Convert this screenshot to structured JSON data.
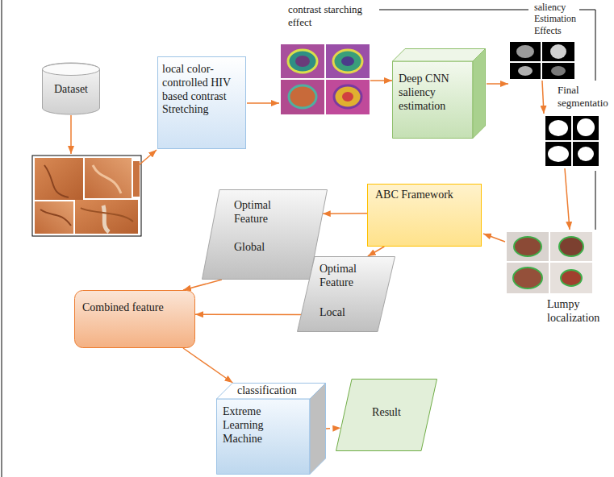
{
  "diagram": {
    "nodes": [
      {
        "text": [
          "Dataset"
        ]
      },
      {
        "text": [
          "local color-controlled HIV based contrast Stretching"
        ]
      },
      {
        "text": [
          "Deep CNN saliency estimation"
        ]
      },
      {
        "text": [
          "ABC Framework"
        ]
      },
      {
        "text": [
          "Optimal Feature",
          "Global"
        ]
      },
      {
        "text": [
          "Optimal Feature",
          "Local"
        ]
      },
      {
        "text": [
          "Combined feature"
        ]
      },
      {
        "text": [
          "classification",
          "Extreme Learning Machine"
        ]
      },
      {
        "text": [
          "Result"
        ]
      }
    ],
    "edges": [
      {
        "from": 3,
        "to": 4,
        "arrow": "to"
      },
      {
        "from": 3,
        "to": 5,
        "arrow": "to"
      },
      {
        "from": 4,
        "to": 6,
        "arrow": "to"
      },
      {
        "from": 5,
        "to": 6,
        "arrow": "to"
      },
      {
        "from": 6,
        "to": 7,
        "arrow": "to"
      },
      {
        "from": 7,
        "to": 8,
        "arrow": "to"
      }
    ],
    "labels": [
      "contrast starching effect",
      "saliency Estimation Effects",
      "Final segmentatio",
      "Lumpy localization"
    ]
  }
}
